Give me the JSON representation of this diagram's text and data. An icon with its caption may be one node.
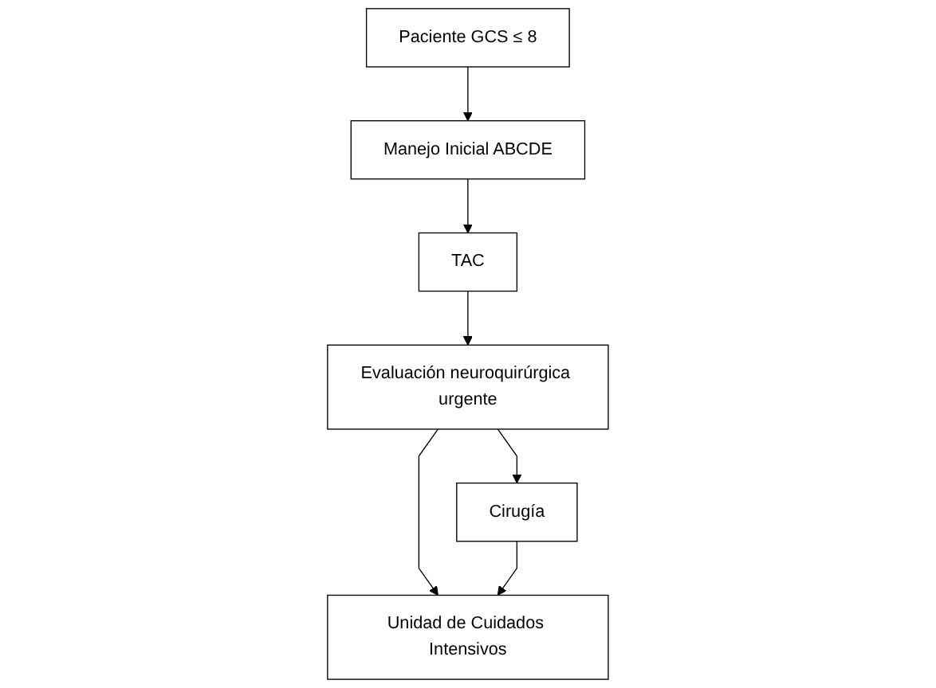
{
  "diagram": {
    "nodes": [
      {
        "text": [
          "Paciente GCS ≤ 8"
        ]
      },
      {
        "text": [
          "Manejo Inicial ABCDE"
        ]
      },
      {
        "text": [
          "TAC"
        ]
      },
      {
        "text": [
          "Evaluación neuroquirúrgica urgente"
        ]
      },
      {
        "text": [
          "Cirugía"
        ]
      },
      {
        "text": [
          "Unidad de Cuidados Intensivos"
        ]
      }
    ],
    "edges": [
      {
        "from": 0,
        "to": 1,
        "arrow": "to"
      },
      {
        "from": 1,
        "to": 2,
        "arrow": "to"
      },
      {
        "from": 2,
        "to": 3,
        "arrow": "to"
      },
      {
        "from": 3,
        "to": 4,
        "arrow": "to"
      },
      {
        "from": 3,
        "to": 5,
        "arrow": "to"
      },
      {
        "from": 4,
        "to": 5,
        "arrow": "to"
      }
    ]
  }
}
